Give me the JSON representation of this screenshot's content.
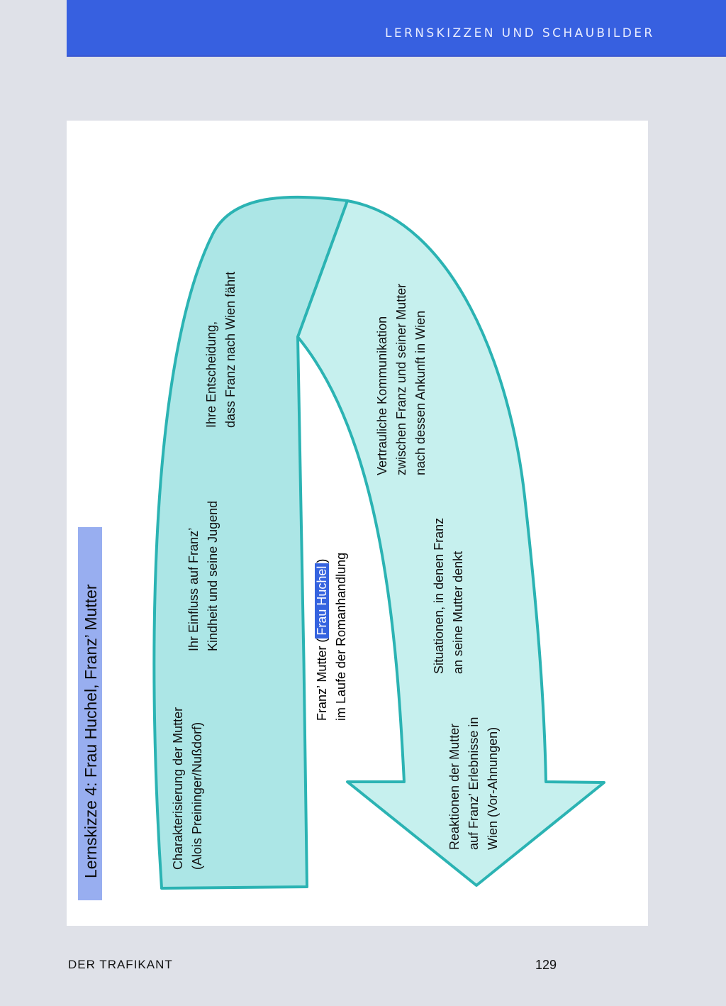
{
  "header": {
    "section_title": "LERNSKIZZEN UND SCHAUBILDER",
    "bar_color": "#3760e0"
  },
  "diagram": {
    "title": "Lernskizze 4: Frau Huchel, Franz’ Mutter",
    "title_badge_color": "#98aef0",
    "arrow_colors": {
      "outer_band": "#ace6e6",
      "inner_band": "#c6f0ee",
      "stroke": "#2bb3b3"
    },
    "center": {
      "line1_prefix": "Franz’ Mutter (",
      "line1_highlight": "Frau Huchel",
      "line1_suffix": ")",
      "line2": "im Laufe der Romanhandlung"
    },
    "items": [
      {
        "line1": "Charakterisierung der Mutter",
        "line2": "(Alois Preininger/Nußdorf)"
      },
      {
        "line1": "Ihr Einfluss auf Franz’",
        "line2": "Kindheit und seine Jugend"
      },
      {
        "line1": "Ihre Entscheidung,",
        "line2": "dass Franz nach Wien fährt"
      },
      {
        "line1": "Vertrauliche Kommunikation",
        "line2": "zwischen Franz und seiner Mutter",
        "line3": "nach dessen Ankunft in Wien"
      },
      {
        "line1": "Situationen, in denen Franz",
        "line2": "an seine Mutter denkt"
      },
      {
        "line1": "Reaktionen der Mutter",
        "line2": "auf Franz’ Erlebnisse in",
        "line3": "Wien (Vor-Ahnungen)"
      }
    ]
  },
  "footer": {
    "book_title": "DER TRAFIKANT",
    "page_number": "129"
  }
}
